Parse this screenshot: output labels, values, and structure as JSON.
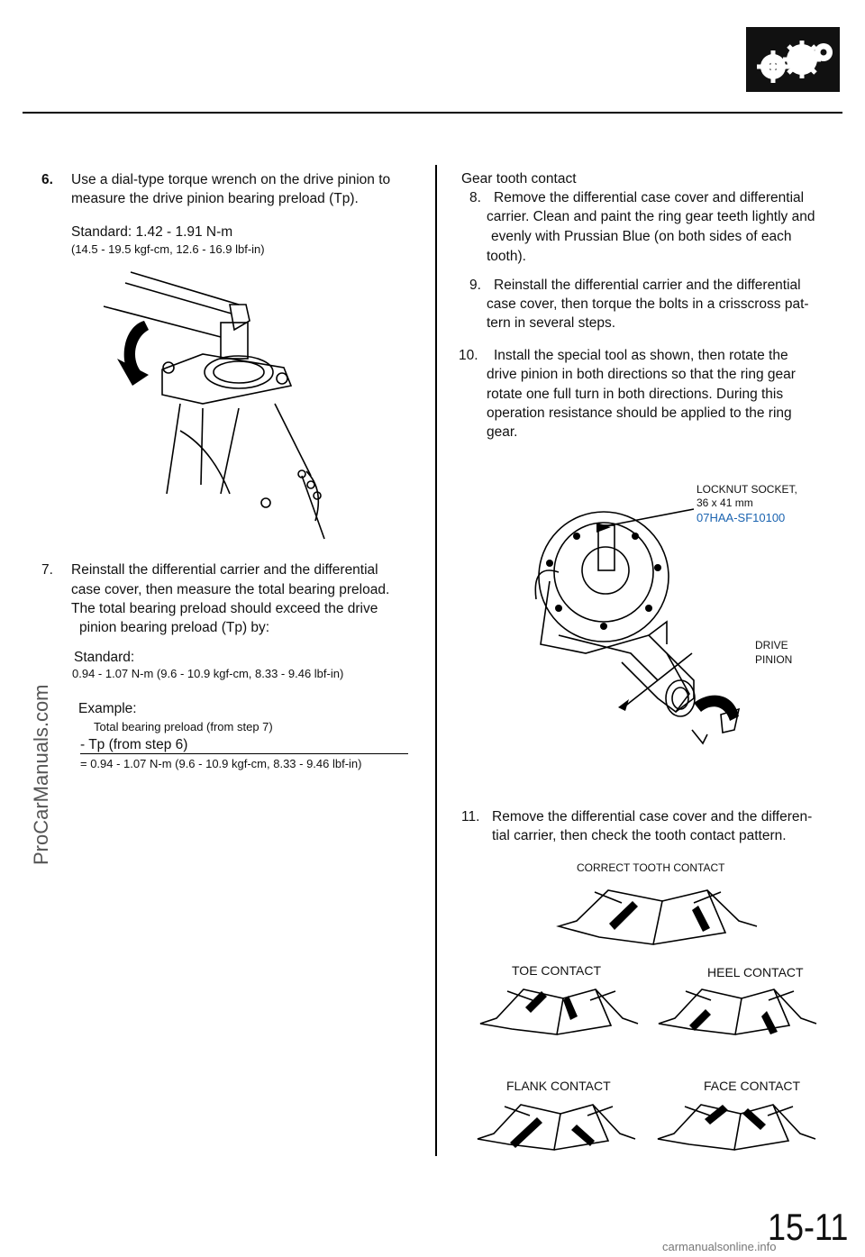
{
  "header": {
    "icon": "gears-icon"
  },
  "left": {
    "step6": {
      "num": "6.",
      "text_line1": "Use a dial-type torque wrench on the drive pinion to",
      "text_line2": "measure the drive pinion bearing preload (Tp).",
      "standard": "Standard: 1.42 - 1.91 N-m",
      "standard_sub": "(14.5 - 19.5 kgf-cm, 12.6 - 16.9 lbf-in)"
    },
    "step7": {
      "num": "7.",
      "line1": "Reinstall the differential carrier and the differential",
      "line2": "case cover, then measure the total bearing preload.",
      "line3": "The total bearing preload should exceed the drive",
      "line4": "pinion bearing preload (Tp) by:",
      "standard_label": "Standard:",
      "standard_value": "0.94 - 1.07 N-m (9.6 - 10.9 kgf-cm, 8.33 - 9.46 lbf-in)",
      "example_label": "Example:",
      "example_line1": "Total bearing preload (from step 7)",
      "example_line2": "- Tp (from step 6)",
      "example_result": "= 0.94 - 1.07 N-m (9.6 - 10.9 kgf-cm, 8.33 - 9.46 lbf-in)"
    }
  },
  "right": {
    "heading": "Gear tooth contact",
    "step8": {
      "num": "8.",
      "line1": "Remove the differential case cover and differential",
      "line2": "carrier. Clean and paint the ring gear teeth lightly and",
      "line3": "evenly with Prussian Blue (on both sides of each",
      "line4": "tooth)."
    },
    "step9": {
      "num": "9.",
      "line1": "Reinstall the differential carrier and the differential",
      "line2": "case cover, then torque the bolts in a crisscross pat-",
      "line3": "tern in several steps."
    },
    "step10": {
      "num": "10.",
      "line1": "Install the special tool as shown, then rotate the",
      "line2": "drive pinion in both directions so that the ring gear",
      "line3": "rotate one full turn in both directions. During this",
      "line4": "operation resistance should be applied to the ring",
      "line5": "gear."
    },
    "tool_label_line1": "LOCKNUT SOCKET,",
    "tool_label_line2": "36 x 41 mm",
    "tool_part_number": "07HAA-SF10100",
    "drive_label_line1": "DRIVE",
    "drive_label_line2": "PINION",
    "step11": {
      "num": "11.",
      "line1": "Remove the differential case cover and the differen-",
      "line2": "tial carrier, then check the tooth contact pattern."
    },
    "correct_label": "CORRECT TOOTH CONTACT",
    "toe_label": "TOE CONTACT",
    "heel_label": "HEEL CONTACT",
    "flank_label": "FLANK CONTACT",
    "face_label": "FACE CONTACT"
  },
  "sidebar_watermark": "ProCarManuals.com",
  "footer_watermark": "carmanualsonline.info",
  "page_number": "15-11"
}
